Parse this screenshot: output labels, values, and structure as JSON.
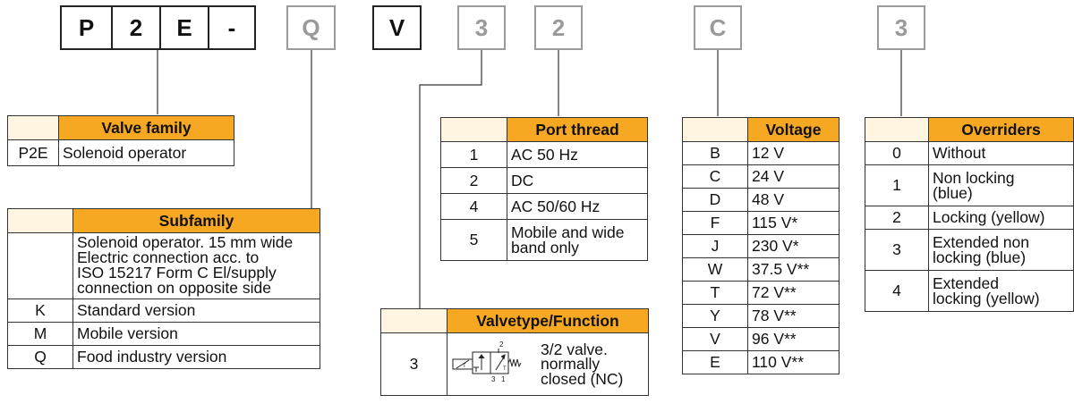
{
  "code": {
    "group1": [
      "P",
      "2",
      "E",
      "-"
    ],
    "q": "Q",
    "v": "V",
    "three_a": "3",
    "two": "2",
    "c": "C",
    "three_b": "3"
  },
  "valve_family": {
    "header": "Valve family",
    "rows": [
      {
        "code": "P2E",
        "desc": "Solenoid operator"
      }
    ]
  },
  "subfamily": {
    "header": "Subfamily",
    "intro": [
      "Solenoid operator. 15 mm wide",
      "Electric connection acc. to",
      "ISO 15217 Form C El/supply",
      "connection on opposite side"
    ],
    "rows": [
      {
        "code": "K",
        "desc": "Standard version"
      },
      {
        "code": "M",
        "desc": "Mobile version"
      },
      {
        "code": "Q",
        "desc": "Food industry version"
      }
    ]
  },
  "port_thread": {
    "header": "Port thread",
    "rows": [
      {
        "code": "1",
        "desc": [
          "AC 50 Hz"
        ]
      },
      {
        "code": "2",
        "desc": [
          "DC"
        ]
      },
      {
        "code": "4",
        "desc": [
          "AC 50/60 Hz"
        ]
      },
      {
        "code": "5",
        "desc": [
          "Mobile and wide",
          "band only"
        ]
      }
    ]
  },
  "valvetype": {
    "header": "Valvetype/Function",
    "code": "3",
    "desc": [
      "3/2 valve.",
      "normally",
      "closed (NC)"
    ],
    "symbol_labels": {
      "p2": "2",
      "p3": "3",
      "p1": "1",
      "t": "T"
    }
  },
  "voltage": {
    "header": "Voltage",
    "rows": [
      {
        "code": "B",
        "desc": "12 V"
      },
      {
        "code": "C",
        "desc": "24 V"
      },
      {
        "code": "D",
        "desc": "48 V"
      },
      {
        "code": "F",
        "desc": "115 V*"
      },
      {
        "code": "J",
        "desc": "230 V*"
      },
      {
        "code": "W",
        "desc": "37.5 V**"
      },
      {
        "code": "T",
        "desc": "72 V**"
      },
      {
        "code": "Y",
        "desc": "78 V**"
      },
      {
        "code": "V",
        "desc": "96 V**"
      },
      {
        "code": "E",
        "desc": "110 V**"
      }
    ]
  },
  "overriders": {
    "header": "Overriders",
    "rows": [
      {
        "code": "0",
        "desc": [
          "Without"
        ]
      },
      {
        "code": "1",
        "desc": [
          "Non locking",
          "(blue)"
        ]
      },
      {
        "code": "2",
        "desc": [
          "Locking (yellow)"
        ]
      },
      {
        "code": "3",
        "desc": [
          "Extended non",
          "locking (blue)"
        ]
      },
      {
        "code": "4",
        "desc": [
          "Extended",
          "locking (yellow)"
        ]
      }
    ]
  },
  "colors": {
    "header": "#f7a823",
    "header_empty": "#fff5e0",
    "grey": "#9a9a9a"
  }
}
